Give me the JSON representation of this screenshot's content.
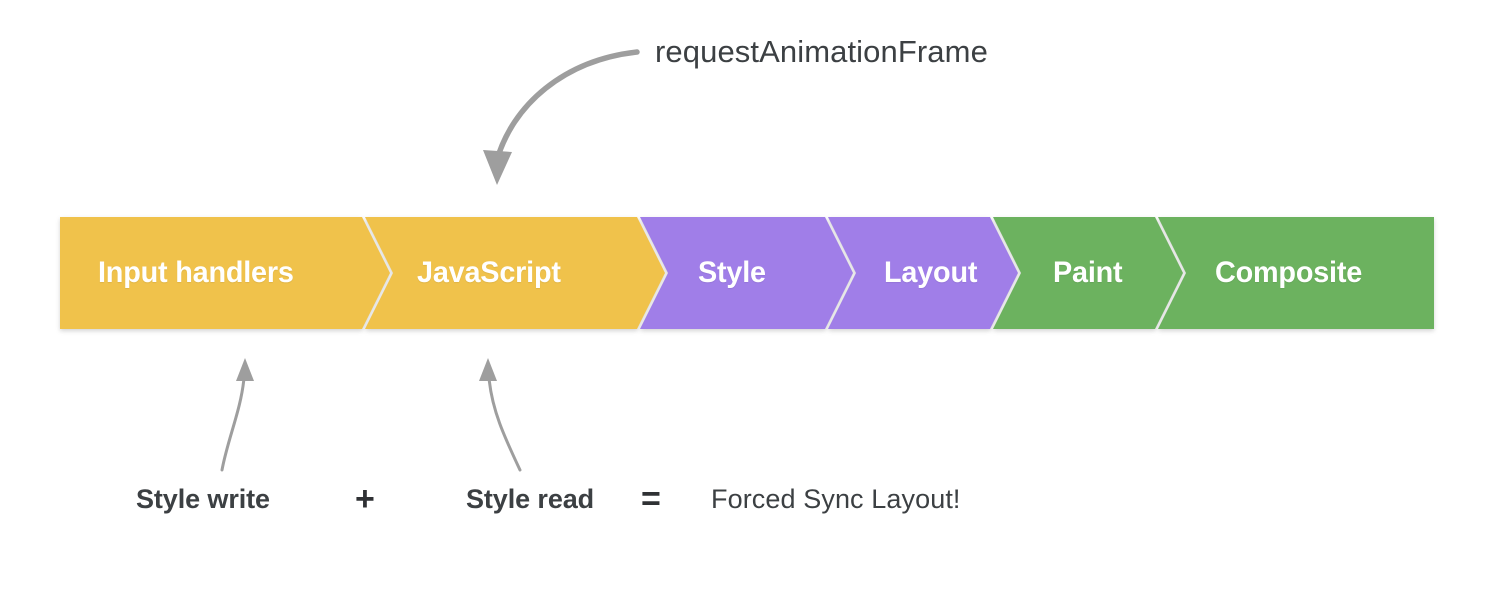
{
  "diagram": {
    "title_annotation": "requestAnimationFrame",
    "pipeline": {
      "segments": [
        {
          "label": "Input handlers",
          "color": "#f0c24b",
          "group": "javascript"
        },
        {
          "label": "JavaScript",
          "color": "#f0c24b",
          "group": "javascript"
        },
        {
          "label": "Style",
          "color": "#a07ee8",
          "group": "style-layout"
        },
        {
          "label": "Layout",
          "color": "#a07ee8",
          "group": "style-layout"
        },
        {
          "label": "Paint",
          "color": "#6cb25f",
          "group": "paint-composite"
        },
        {
          "label": "Composite",
          "color": "#6cb25f",
          "group": "paint-composite"
        }
      ]
    },
    "equation": {
      "term1": "Style write",
      "operator_plus": "+",
      "term2": "Style read",
      "operator_equals": "=",
      "result": "Forced Sync Layout!"
    },
    "colors": {
      "javascript": "#f0c24b",
      "style_layout": "#a07ee8",
      "paint_composite": "#6cb25f",
      "arrow": "#9e9e9e",
      "text_dark": "#3c4043",
      "separator": "#ffffff",
      "background": "#ffffff"
    },
    "arrows": [
      {
        "name": "raf-arrow",
        "from": "requestAnimationFrame label",
        "to": "JavaScript segment"
      },
      {
        "name": "style-write-arrow",
        "from": "Style write label",
        "to": "Input handlers segment"
      },
      {
        "name": "style-read-arrow",
        "from": "Style read label",
        "to": "JavaScript segment"
      }
    ]
  }
}
